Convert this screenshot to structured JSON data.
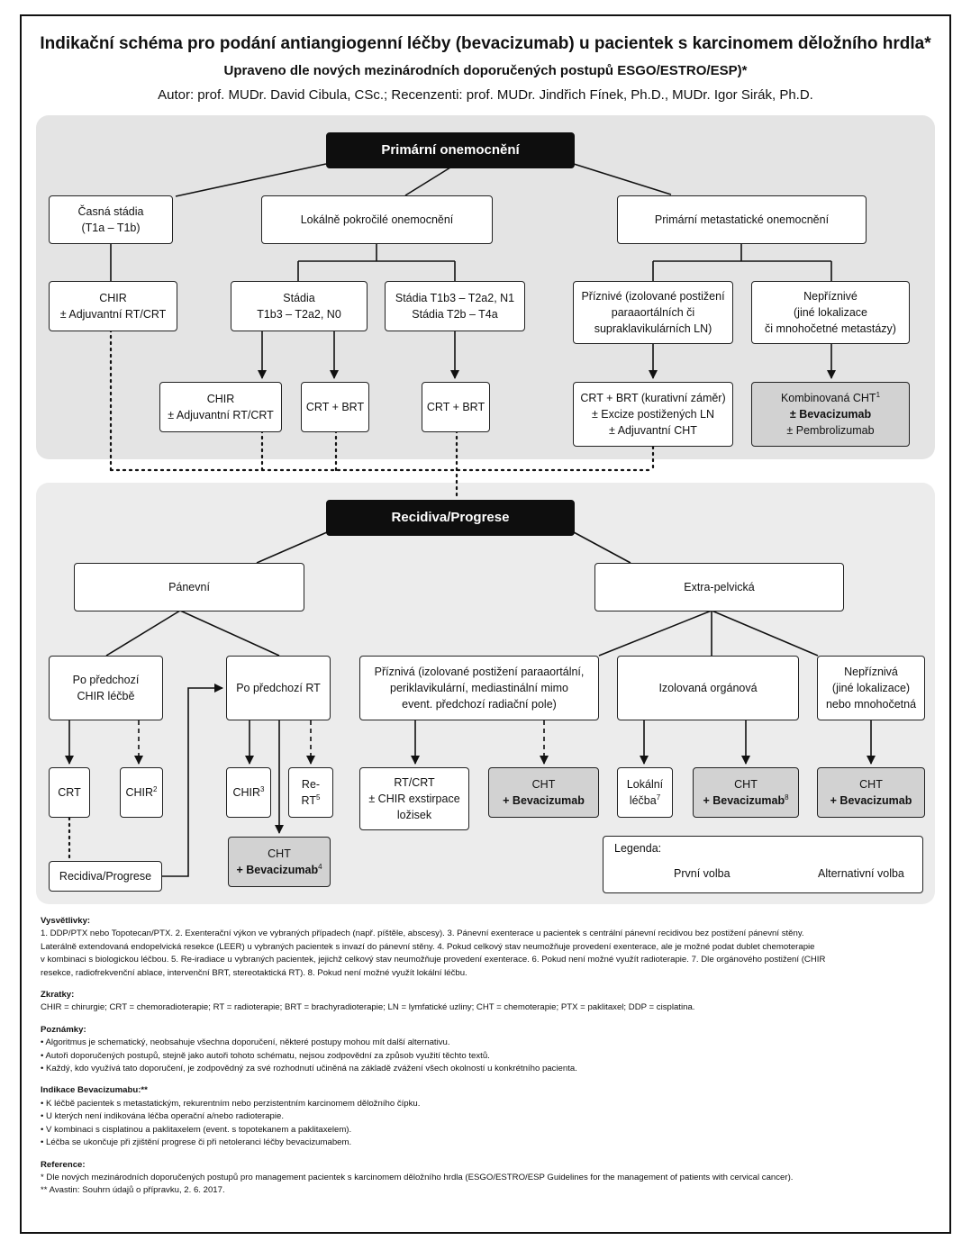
{
  "header": {
    "title": "Indikační schéma pro podání antiangiogenní léčby (bevacizumab) u pacientek s karcinomem děložního hrdla*",
    "subtitle": "Upraveno dle nových mezinárodních doporučených postupů ESGO/ESTRO/ESP)*",
    "authors": "Autor: prof. MUDr. David Cibula, CSc.; Recenzenti: prof. MUDr. Jindřich Fínek, Ph.D., MUDr. Igor Sirák, Ph.D."
  },
  "primary": {
    "root": "Primární onemocnění",
    "early_l1": "Časná stádia",
    "early_l2": "(T1a – T1b)",
    "local": "Lokálně pokročilé onemocnění",
    "meta": "Primární metastatické onemocnění",
    "chir_l1": "CHIR",
    "chir_l2": "± Adjuvantní RT/CRT",
    "st1_l1": "Stádia",
    "st1_l2": "T1b3 – T2a2, N0",
    "st2_l1": "Stádia T1b3 – T2a2, N1",
    "st2_l2": "Stádia T2b – T4a",
    "fav_l1": "Příznivé (izolované postižení",
    "fav_l2": "paraaortálních či",
    "fav_l3": "supraklavikulárních LN)",
    "unfav_l1": "Nepříznivé",
    "unfav_l2": "(jiné lokalizace",
    "unfav_l3": "či mnohočetné metastázy)",
    "chir2_l1": "CHIR",
    "chir2_l2": "± Adjuvantní RT/CRT",
    "crtbrt1": "CRT + BRT",
    "crtbrt2": "CRT + BRT",
    "cur_l1": "CRT + BRT (kurativní záměr)",
    "cur_l2": "± Excize postižených LN",
    "cur_l3": "± Adjuvantní CHT",
    "comb_l1": "Kombinovaná CHT",
    "comb_sup": "1",
    "comb_l2": "± Bevacizumab",
    "comb_l3": "± Pembrolizumab"
  },
  "recurrence": {
    "root": "Recidiva/Progrese",
    "pelvic": "Pánevní",
    "extra": "Extra-pelvická",
    "after_chir_l1": "Po předchozí",
    "after_chir_l2": "CHIR léčbě",
    "after_rt": "Po předchozí RT",
    "fav_l1": "Příznivá (izolované postižení paraaortální,",
    "fav_l2": "periklavikulární, mediastinální mimo",
    "fav_l3": "event. předchozí radiační pole)",
    "organ": "Izolovaná orgánová",
    "unfav_l1": "Nepříznivá",
    "unfav_l2": "(jiné lokalizace)",
    "unfav_l3": "nebo mnohočetná",
    "crt": "CRT",
    "chir": "CHIR",
    "chir_sup": "2",
    "chir3": "CHIR",
    "chir3_sup": "3",
    "rert": "Re-RT",
    "rert_sup": "5",
    "rec_prog": "Recidiva/Progrese",
    "cht4_l1": "CHT",
    "cht4_l2": "+ Bevacizumab",
    "cht4_sup": "4",
    "rtcrt_l1": "RT/CRT",
    "rtcrt_l2": "± CHIR exstirpace",
    "rtcrt_l3": "ložisek",
    "chtb1_l1": "CHT",
    "chtb1_l2": "+ Bevacizumab",
    "local_l1": "Lokální",
    "local_l2": "léčba",
    "local_sup": "7",
    "chtb8_l1": "CHT",
    "chtb8_l2": "+ Bevacizumab",
    "chtb8_sup": "8",
    "chtb2_l1": "CHT",
    "chtb2_l2": "+ Bevacizumab"
  },
  "legend": {
    "title": "Legenda:",
    "first": "První volba",
    "alt": "Alternativní volba"
  },
  "notes": {
    "expl_title": "Vysvětlivky:",
    "expl_lines": [
      "1. DDP/PTX nebo Topotecan/PTX. 2. Exenterační výkon ve vybraných případech (např. píštěle, abscesy). 3. Pánevní exenterace u pacientek s centrální pánevní recidivou bez postižení pánevní stěny.",
      "Laterálně extendovaná endopelvická resekce (LEER) u vybraných pacientek s invazí do pánevní stěny. 4. Pokud celkový stav neumožňuje provedení exenterace, ale je možné podat dublet chemoterapie",
      "v kombinaci s biologickou léčbou. 5. Re-iradiace u vybraných pacientek, jejichž celkový stav neumožňuje provedení exenterace. 6. Pokud není možné využít radioterapie. 7. Dle orgánového postižení (CHIR",
      "resekce, radiofrekvenční ablace, intervenční BRT, stereotaktická RT). 8. Pokud není možné využít lokální léčbu."
    ],
    "abbr_title": "Zkratky:",
    "abbr_line": "CHIR = chirurgie; CRT = chemoradioterapie; RT = radioterapie; BRT = brachyradioterapie; LN = lymfatické uzliny; CHT = chemoterapie; PTX = paklitaxel; DDP = cisplatina.",
    "rem_title": "Poznámky:",
    "rem_lines": [
      "• Algoritmus je schematický, neobsahuje všechna doporučení, některé postupy mohou mít další alternativu.",
      "• Autoři doporučených postupů, stejně jako autoři tohoto schématu, nejsou zodpovědní za způsob využití těchto textů.",
      "• Každý, kdo využívá tato doporučení, je zodpovědný za své rozhodnutí učiněná na základě zvážení všech okolností u konkrétního pacienta."
    ],
    "bev_title": "Indikace Bevacizumabu:**",
    "bev_lines": [
      "• K léčbě pacientek s metastatickým, rekurentním nebo perzistentním karcinomem děložního čípku.",
      "• U kterých není indikována léčba operační a/nebo radioterapie.",
      "• V kombinaci s cisplatinou a paklitaxelem (event. s topotekanem a paklitaxelem).",
      "• Léčba se ukončuje při zjištění progrese či při netoleranci léčby bevacizumabem."
    ],
    "ref_title": "Reference:",
    "ref_lines": [
      "* Dle nových mezinárodních doporučených postupů pro management pacientek s karcinomem děložního hrdla (ESGO/ESTRO/ESP Guidelines for the management of patients with cervical cancer).",
      "** Avastin: Souhrn údajů o přípravku, 2. 6. 2017."
    ]
  }
}
